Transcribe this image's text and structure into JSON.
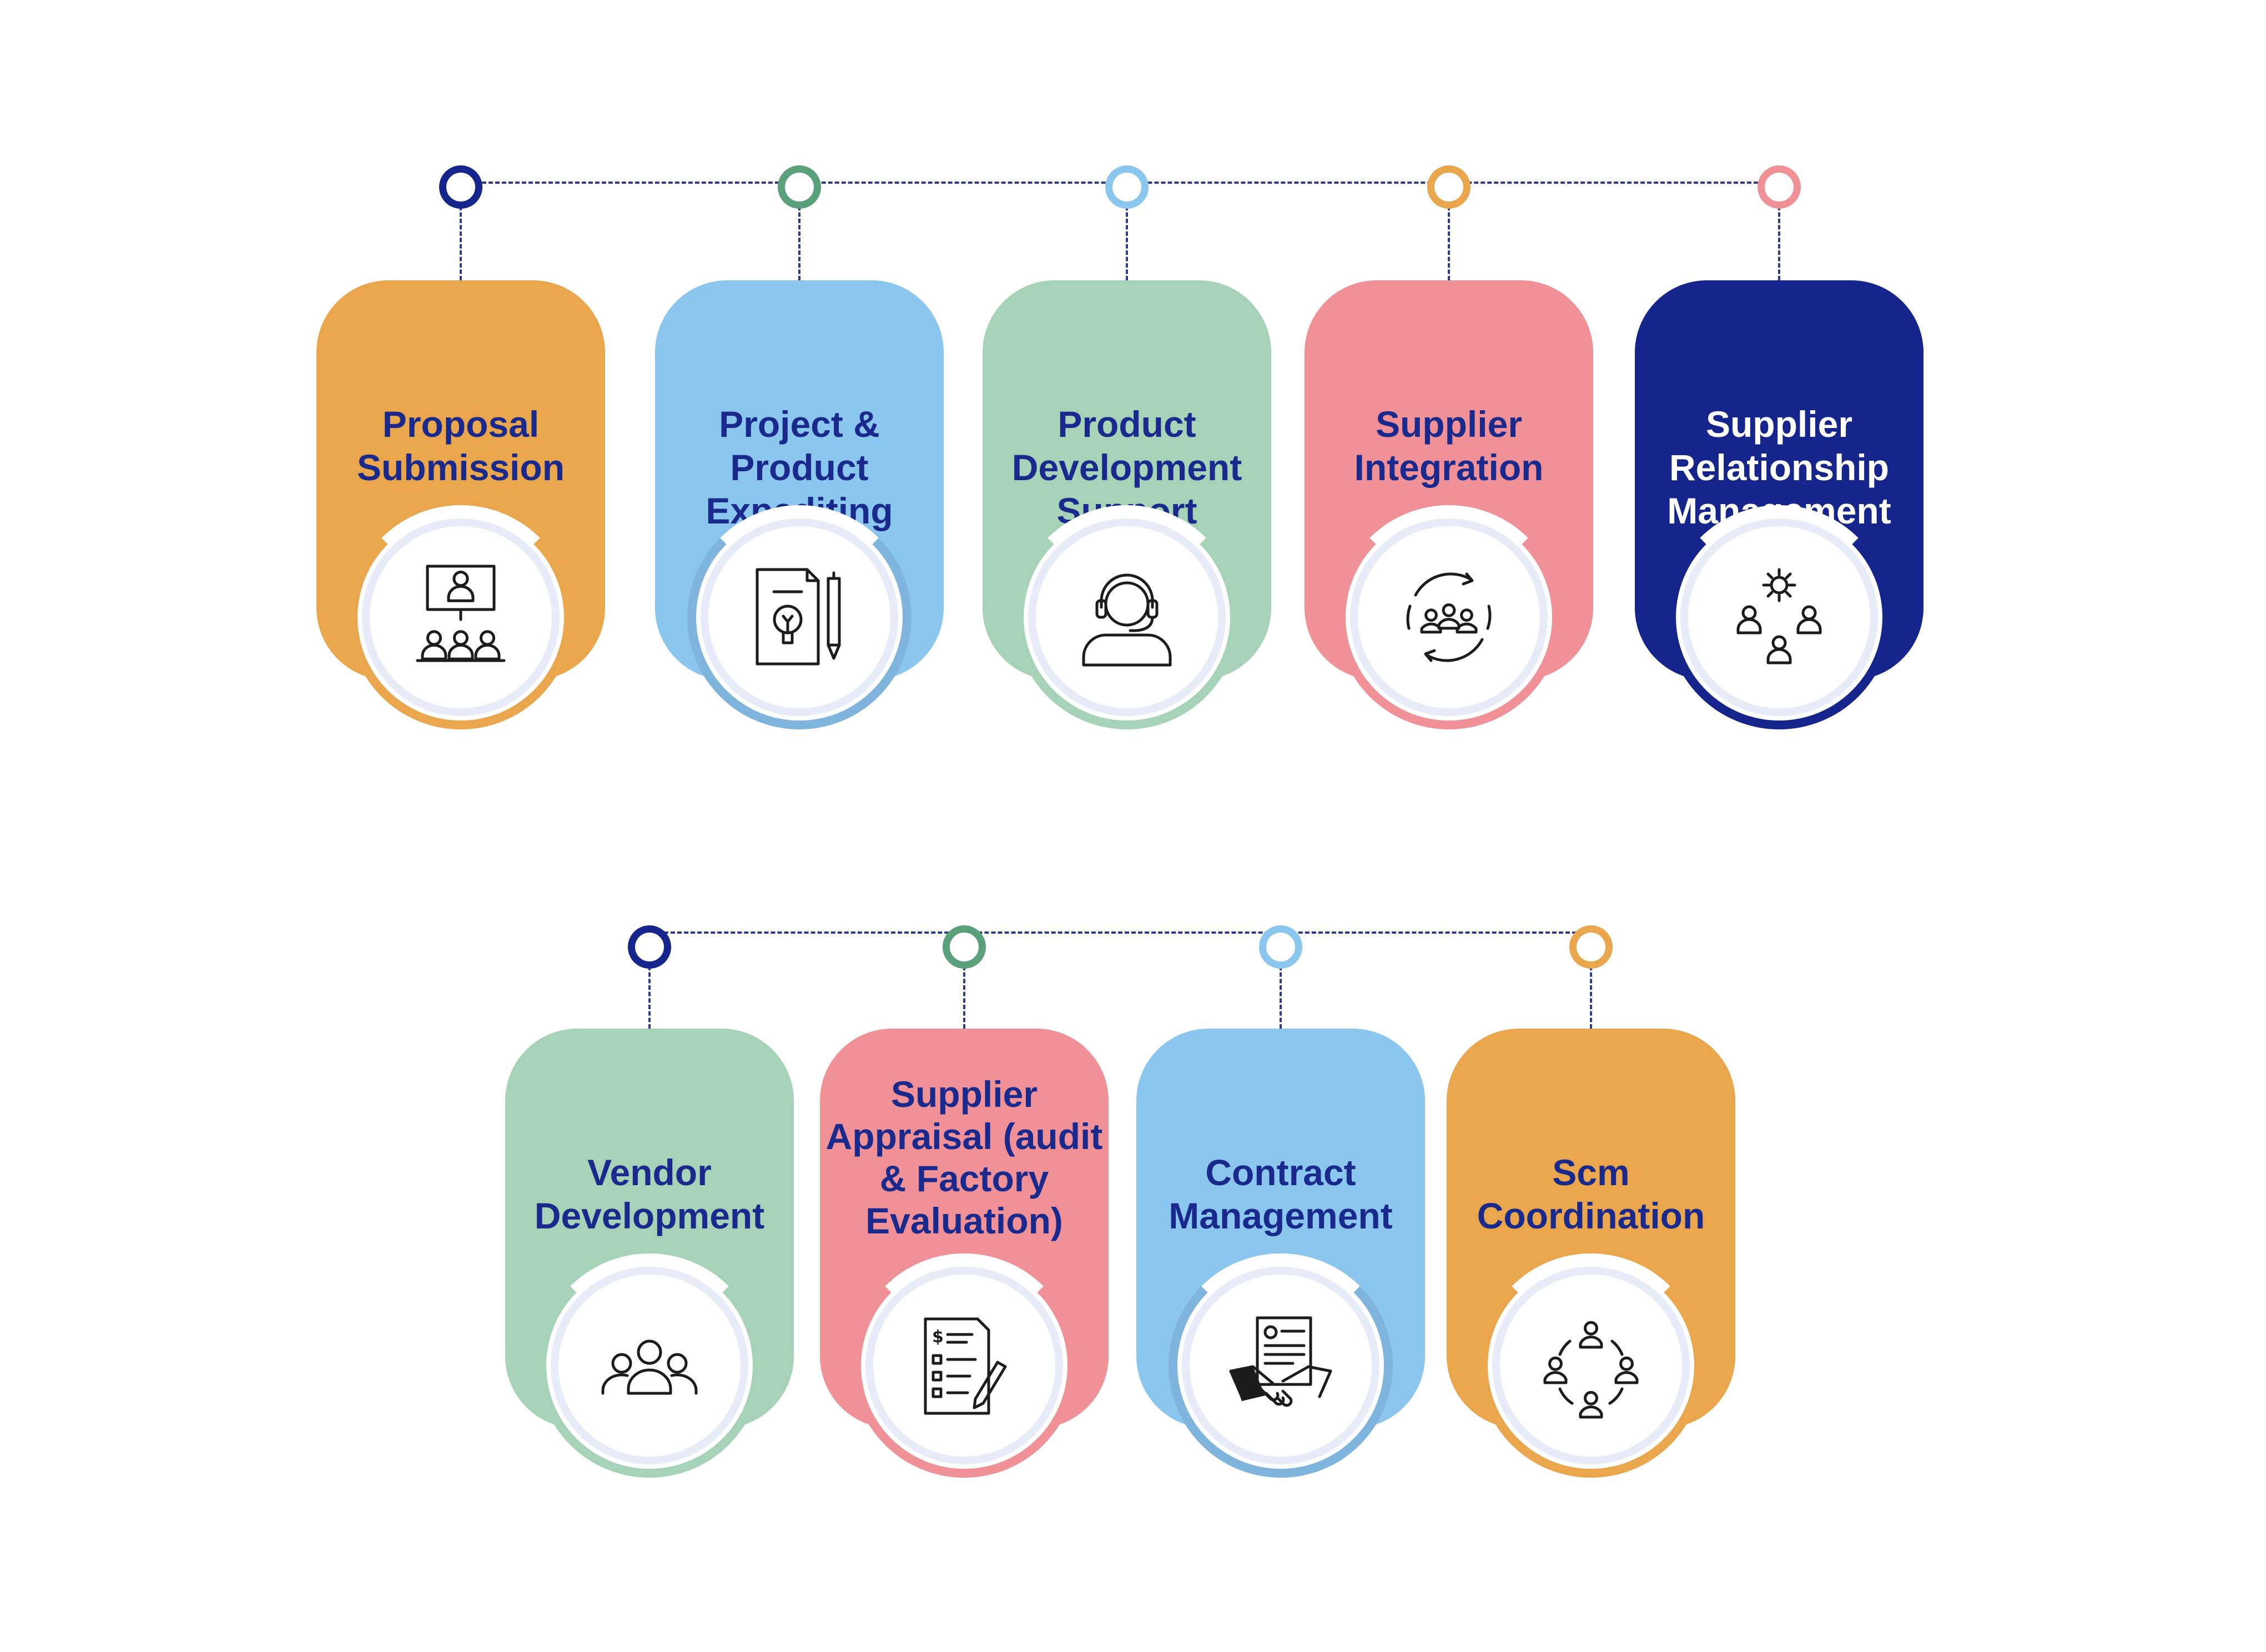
{
  "colors": {
    "orange": "#e9a64c",
    "blue": "#8bc6ee",
    "green": "#a6d2b7",
    "pink": "#f09097",
    "navy": "#15258c",
    "text": "#1a2a8c"
  },
  "rows": [
    {
      "steps": [
        {
          "title": "Proposal Submission",
          "icon": "presentation-audience-icon",
          "card_color": "#e9a64c",
          "ring_color": "#e9a64c",
          "dot_color": "#15258c"
        },
        {
          "title": "Project & Product Expediting",
          "icon": "document-pen-icon",
          "card_color": "#8bc6ee",
          "ring_color": "#7fb4dd",
          "dot_color": "#5aa07a"
        },
        {
          "title": "Product Development Support",
          "icon": "headset-agent-icon",
          "card_color": "#a6d2b7",
          "ring_color": "#a6d2b7",
          "dot_color": "#8bc6ee"
        },
        {
          "title": "Supplier Integration",
          "icon": "team-cycle-icon",
          "card_color": "#f09097",
          "ring_color": "#f09097",
          "dot_color": "#e9a64c"
        },
        {
          "title": "Supplier Relationship Management",
          "icon": "team-gear-icon",
          "card_color": "#15258c",
          "ring_color": "#15258c",
          "dot_color": "#f09097"
        }
      ]
    },
    {
      "steps": [
        {
          "title": "Vendor Development",
          "icon": "group-people-icon",
          "card_color": "#a6d2b7",
          "ring_color": "#a6d2b7",
          "dot_color": "#15258c"
        },
        {
          "title": "Supplier Appraisal (audit & Factory Evaluation)",
          "icon": "checklist-pen-icon",
          "card_color": "#f09097",
          "ring_color": "#f09097",
          "dot_color": "#5aa07a"
        },
        {
          "title": "Contract Management",
          "icon": "handshake-contract-icon",
          "card_color": "#8bc6ee",
          "ring_color": "#7fb4dd",
          "dot_color": "#8bc6ee"
        },
        {
          "title": "Scm Coordination",
          "icon": "network-people-icon",
          "card_color": "#e9a64c",
          "ring_color": "#e9a64c",
          "dot_color": "#e9a64c"
        }
      ]
    }
  ]
}
